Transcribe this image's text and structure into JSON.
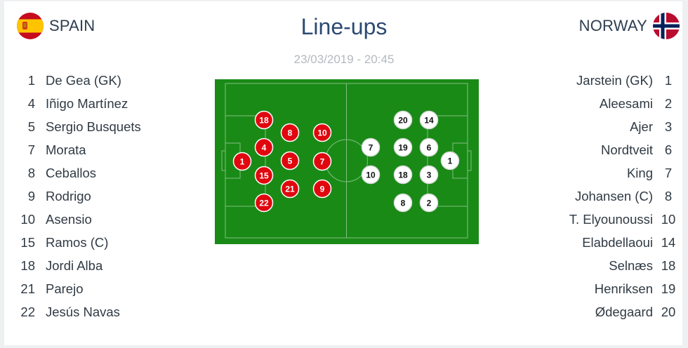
{
  "header": {
    "title": "Line-ups",
    "datetime": "23/03/2019 - 20:45"
  },
  "home": {
    "name": "SPAIN",
    "flag_icon": "spain-flag-icon",
    "marker_color": "#e0070e",
    "players": [
      {
        "number": "1",
        "name": "De Gea (GK)"
      },
      {
        "number": "4",
        "name": "Iñigo Martínez"
      },
      {
        "number": "5",
        "name": "Sergio Busquets"
      },
      {
        "number": "7",
        "name": "Morata"
      },
      {
        "number": "8",
        "name": "Ceballos"
      },
      {
        "number": "9",
        "name": "Rodrigo"
      },
      {
        "number": "10",
        "name": "Asensio"
      },
      {
        "number": "15",
        "name": "Ramos (C)"
      },
      {
        "number": "18",
        "name": "Jordi Alba"
      },
      {
        "number": "21",
        "name": "Parejo"
      },
      {
        "number": "22",
        "name": "Jesús Navas"
      }
    ]
  },
  "away": {
    "name": "NORWAY",
    "flag_icon": "norway-flag-icon",
    "marker_color": "#ffffff",
    "players": [
      {
        "number": "1",
        "name": "Jarstein (GK)"
      },
      {
        "number": "2",
        "name": "Aleesami"
      },
      {
        "number": "3",
        "name": "Ajer"
      },
      {
        "number": "6",
        "name": "Nordtveit"
      },
      {
        "number": "7",
        "name": "King"
      },
      {
        "number": "8",
        "name": "Johansen (C)"
      },
      {
        "number": "10",
        "name": "T. Elyounoussi"
      },
      {
        "number": "14",
        "name": "Elabdellaoui"
      },
      {
        "number": "18",
        "name": "Selnæs"
      },
      {
        "number": "19",
        "name": "Henriksen"
      },
      {
        "number": "20",
        "name": "Ødegaard"
      }
    ]
  },
  "pitch": {
    "grass_color": "#1a8a17",
    "home_markers": [
      "18",
      "8",
      "10",
      "1",
      "4",
      "5",
      "7",
      "15",
      "21",
      "9",
      "22"
    ],
    "away_markers": [
      "20",
      "14",
      "7",
      "19",
      "6",
      "1",
      "10",
      "18",
      "3",
      "8",
      "2"
    ]
  }
}
